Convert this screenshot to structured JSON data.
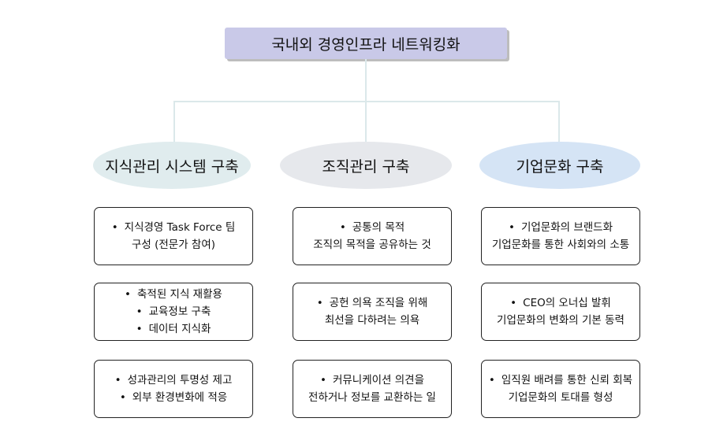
{
  "title": "국내외 경영인프라 네트워킹화",
  "categories": [
    {
      "label": "지식관리 시스템 구축",
      "color": "#e0ecee"
    },
    {
      "label": "조직관리 구축",
      "color": "#e6e8ec"
    },
    {
      "label": "기업문화 구축",
      "color": "#d5e4f5"
    }
  ],
  "boxes": [
    [
      {
        "lines": [
          {
            "text": "지식경영 Task Force 팀",
            "bullet": true
          },
          {
            "text": "구성 (전문가 참여)",
            "bullet": false
          }
        ]
      },
      {
        "lines": [
          {
            "text": "축적된 지식 재활용",
            "bullet": true
          },
          {
            "text": "교육정보 구축",
            "bullet": true
          },
          {
            "text": "데이터 지식화",
            "bullet": true
          }
        ]
      },
      {
        "lines": [
          {
            "text": "성과관리의 투명성 제고",
            "bullet": true
          },
          {
            "text": "외부 환경변화에 적응",
            "bullet": true
          }
        ]
      }
    ],
    [
      {
        "lines": [
          {
            "text": "공통의 목적",
            "bullet": true
          },
          {
            "text": "조직의 목적을 공유하는 것",
            "bullet": false
          }
        ]
      },
      {
        "lines": [
          {
            "text": "공헌 의욕 조직을 위해",
            "bullet": true
          },
          {
            "text": "최선을 다하려는 의욕",
            "bullet": false
          }
        ]
      },
      {
        "lines": [
          {
            "text": "커뮤니케이션 의견을",
            "bullet": true
          },
          {
            "text": "전하거나 정보를 교환하는 일",
            "bullet": false
          }
        ]
      }
    ],
    [
      {
        "lines": [
          {
            "text": "기업문화의 브랜드화",
            "bullet": true
          },
          {
            "text": "기업문화를 통한 사회와의 소통",
            "bullet": false
          }
        ]
      },
      {
        "lines": [
          {
            "text": "CEO의 오너십 발휘",
            "bullet": true
          },
          {
            "text": "기업문화의 변화의 기본 동력",
            "bullet": false
          }
        ]
      },
      {
        "lines": [
          {
            "text": "임직원 배려를 통한 신뢰 회복",
            "bullet": true
          },
          {
            "text": "기업문화의 토대를 형성",
            "bullet": false
          }
        ]
      }
    ]
  ]
}
